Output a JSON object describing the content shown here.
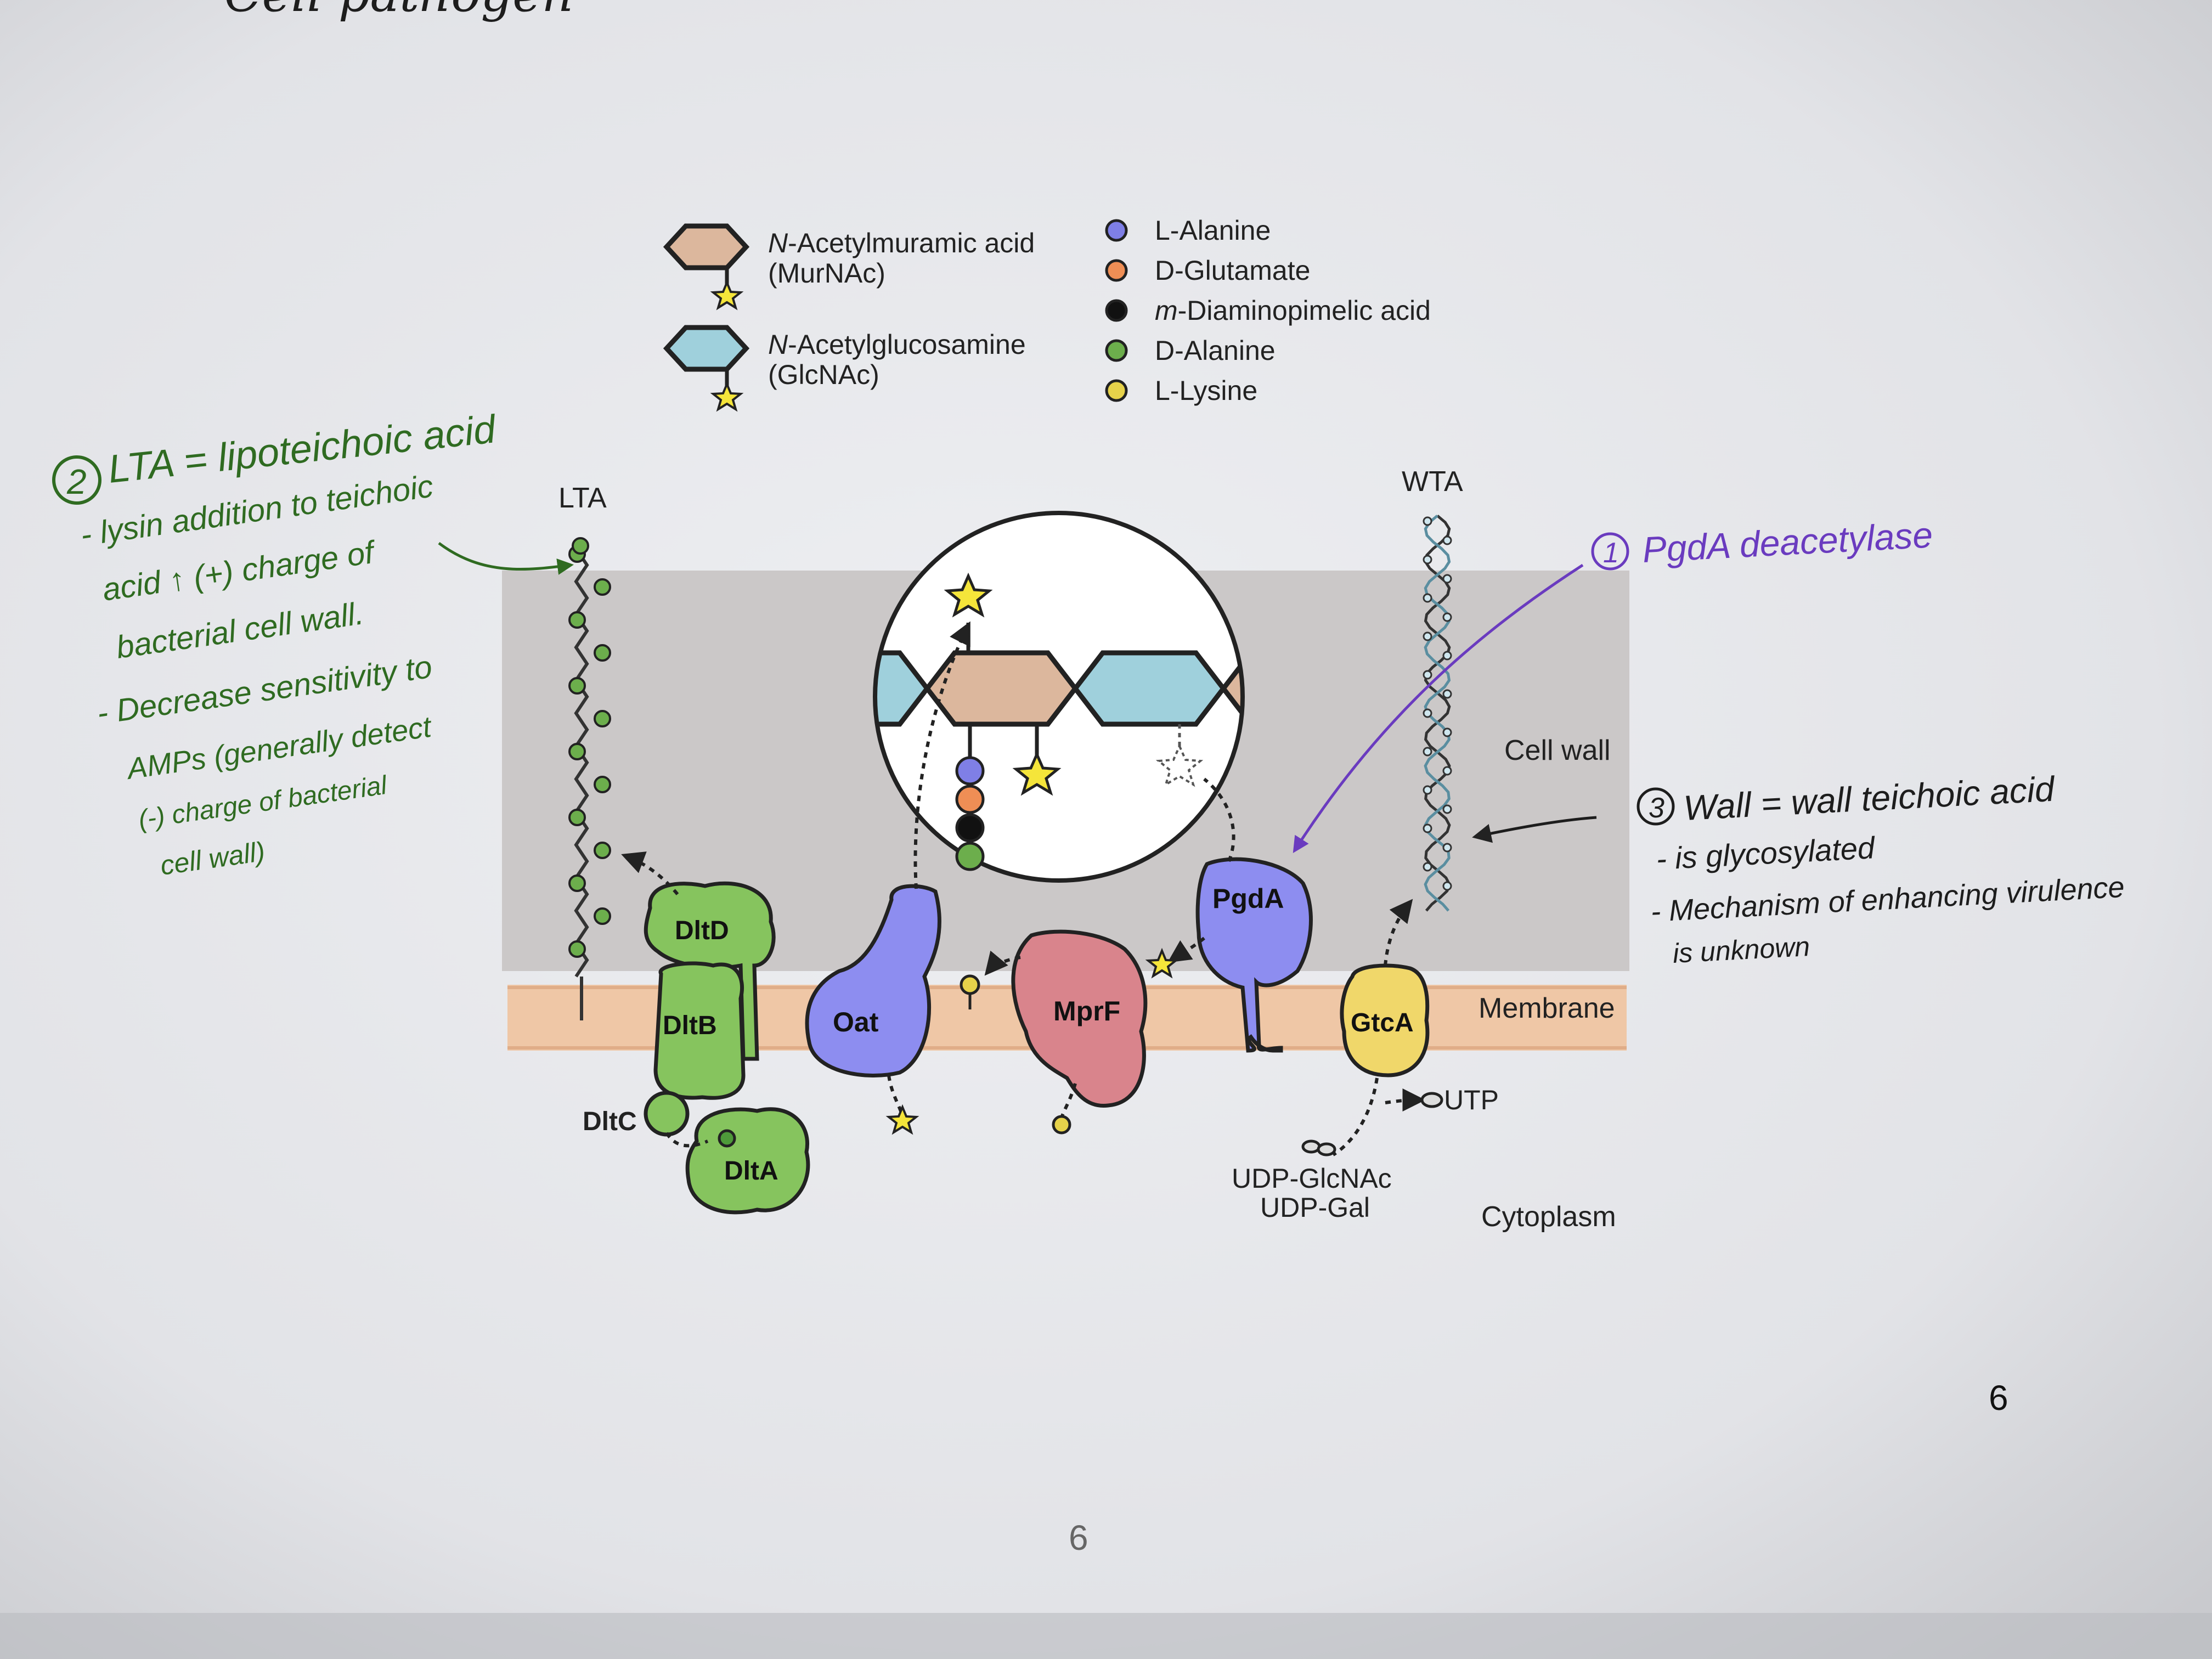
{
  "colors": {
    "page": "#e9eaed",
    "cellwall": "#cbc8c8",
    "membrane": "#efc7a6",
    "murnac": "#dcb79d",
    "glcnac": "#9fd0dc",
    "green_protein": "#86c45e",
    "blue_protein": "#8d8df0",
    "red_protein": "#d9848c",
    "yellow_protein": "#f0d76a",
    "annotation_green": "#2f6b21",
    "annotation_purple": "#6a3bbf",
    "annotation_black": "#1d1d1d"
  },
  "top_fragment": "— Cell pathogen",
  "legend": {
    "sugars": [
      {
        "name_italic": "N",
        "name_rest": "-Acetylmuramic acid",
        "abbr": "(MurNAc)"
      },
      {
        "name_italic": "N",
        "name_rest": "-Acetylglucosamine",
        "abbr": "(GlcNAc)"
      }
    ],
    "amino_acids": [
      {
        "prefix": "",
        "label": "L-Alanine",
        "color": "#7f7fe6"
      },
      {
        "prefix": "",
        "label": "D-Glutamate",
        "color": "#ef8e55"
      },
      {
        "prefix": "m",
        "label": "-Diaminopimelic acid",
        "color": "#111111"
      },
      {
        "prefix": "",
        "label": "D-Alanine",
        "color": "#6cae4c"
      },
      {
        "prefix": "",
        "label": "L-Lysine",
        "color": "#e6d24a"
      }
    ]
  },
  "diagram": {
    "lta": "LTA",
    "wta": "WTA",
    "cell_wall": "Cell wall",
    "membrane": "Membrane",
    "cytoplasm": "Cytoplasm",
    "utp": "UTP",
    "udp_glcnac": "UDP-GlcNAc",
    "udp_gal": "UDP-Gal",
    "proteins": {
      "dltd": "DltD",
      "dltb": "DltB",
      "dltc": "DltC",
      "dlta": "DltA",
      "oat": "Oat",
      "mprf": "MprF",
      "pgda": "PgdA",
      "gtca": "GtcA"
    }
  },
  "notes": {
    "lta": {
      "number": "2",
      "lines": [
        "LTA = lipoteichoic acid",
        "- lysin addition to teichoic",
        "acid ↑ (+) charge of",
        "bacterial cell wall.",
        "- Decrease sensitivity to",
        "AMPs (generally detect",
        "(-) charge of bacterial",
        "cell wall)"
      ]
    },
    "pgda": {
      "number": "1",
      "text": "PgdA  deacetylase"
    },
    "wall": {
      "number": "3",
      "lines": [
        "Wall = wall teichoic acid",
        "- is glycosylated",
        "- Mechanism of enhancing virulence",
        "is unknown"
      ]
    }
  },
  "page_numbers": {
    "right": "6",
    "bottom": "6"
  }
}
